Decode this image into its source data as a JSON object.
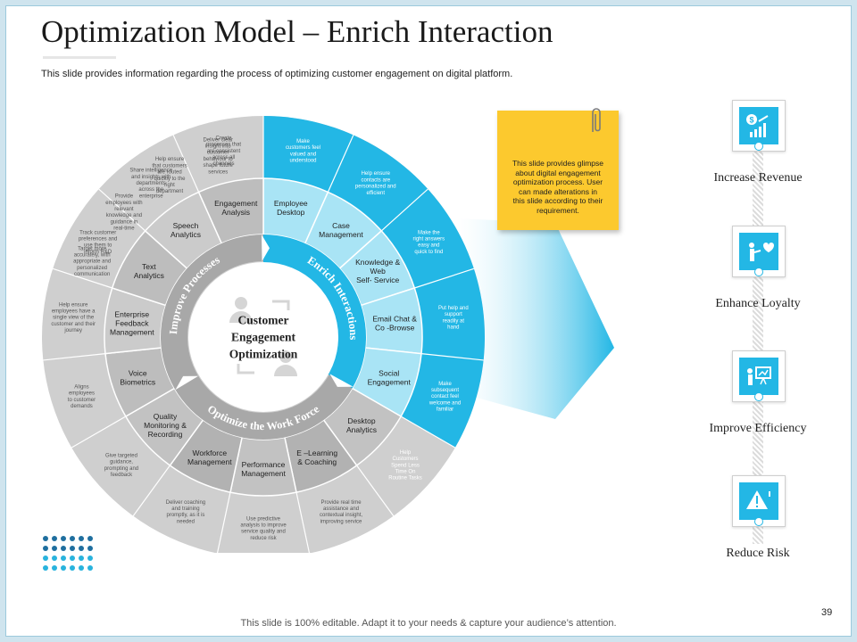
{
  "title": "Optimization Model – Enrich Interaction",
  "subtitle": "This slide provides information regarding the process of optimizing customer engagement on digital platform.",
  "center_label": [
    "Customer",
    "Engagement",
    "Optimization"
  ],
  "ring_labels": {
    "improve": "Improve Processes",
    "enrich": "Enrich Interactions",
    "workforce": "Optimize the Work Force"
  },
  "colors": {
    "accent": "#23b7e5",
    "light_blue": "#a9e4f5",
    "gray_dark": "#b5b5b5",
    "gray_light": "#d3d3d3",
    "note": "#fcc92e"
  },
  "segments": [
    {
      "label": [
        "Employee",
        "Desktop"
      ],
      "desc": [
        "Make",
        "customers feel",
        "valued and",
        "understood"
      ]
    },
    {
      "label": [
        "Case",
        "Management"
      ],
      "desc": [
        "Help ensure",
        "contacts are",
        "personalized and",
        "efficient"
      ]
    },
    {
      "label": [
        "Knowledge &",
        "Web",
        "Self- Service"
      ],
      "desc": [
        "Make the",
        "right answers",
        "easy and",
        "quick to find"
      ]
    },
    {
      "label": [
        "Email Chat &",
        "Co -Browse"
      ],
      "desc": [
        "Put help and",
        "support",
        "readily at",
        "hand"
      ]
    },
    {
      "label": [
        "Social",
        "Engagement"
      ],
      "desc": [
        "Make",
        "subsequent",
        "contact feel",
        "welcome and",
        "familiar"
      ]
    },
    {
      "label": [
        "Desktop",
        "Analytics"
      ],
      "desc": [
        "Help",
        "Customers",
        "Spend Less",
        "Time On",
        "Routine Tasks"
      ]
    },
    {
      "label": [
        "E –Learning",
        "& Coaching"
      ],
      "desc": [
        "Provide real time",
        "assistance and",
        "contextual insight,",
        "improving service"
      ]
    },
    {
      "label": [
        "Performance",
        "Management"
      ],
      "desc": [
        "Use predictive",
        "analysis to improve",
        "service quality and",
        "reduce risk"
      ]
    },
    {
      "label": [
        "Workforce",
        "Management"
      ],
      "desc": [
        "Deliver coaching",
        "and training",
        "promptly, as it is",
        "needed"
      ]
    },
    {
      "label": [
        "Quality",
        "Monitoring &",
        "Recording"
      ],
      "desc": [
        "Give targeted",
        "guidance,",
        "prompting and",
        "feedback"
      ]
    },
    {
      "label": [
        "Voice",
        "Biometrics"
      ],
      "desc": [
        "Aligns",
        "employees",
        "to customer",
        "demands"
      ]
    },
    {
      "label": [
        "Enterprise",
        "Feedback",
        "Management"
      ],
      "desc": [
        "Help ensure",
        "employees have a",
        "single view of the",
        "customer and their",
        "journey"
      ]
    },
    {
      "label": [
        "Text",
        "Analytics"
      ],
      "desc": [
        "Track customer",
        "preferences and",
        "use them to",
        "inform R&D"
      ]
    },
    {
      "label": [
        "Speech",
        "Analytics"
      ],
      "desc": [
        "Share intelligence",
        "and insights with",
        "departments",
        "across the",
        "enterprise"
      ]
    },
    {
      "label": [
        "Engagement",
        "Analysis"
      ],
      "desc": [
        "Create",
        "processes that",
        "are consistent",
        "across all",
        "channels"
      ]
    }
  ],
  "outer_descs_extra": [
    [
      "Target more",
      "accurately, with",
      "appropriate and",
      "personalized",
      "communication"
    ],
    [
      "Provide",
      "employees with",
      "relevant",
      "knowledge and",
      "guidance in",
      "real-time"
    ],
    [
      "Help ensure",
      "that customers",
      "are routed",
      "quickly to the",
      "right",
      "department"
    ],
    [
      "Deliver clear",
      "insight into",
      "customer",
      "behaviour to",
      "shape future",
      "services"
    ]
  ],
  "note": {
    "text": [
      "This slide provides glimpse",
      "about digital engagement",
      "optimization process. User",
      "can made alterations in",
      "this slide according to their",
      "requirement."
    ]
  },
  "outcomes": [
    {
      "label": "Increase Revenue",
      "icon": "revenue-chart-icon"
    },
    {
      "label": "Enhance Loyalty",
      "icon": "loyalty-heart-icon"
    },
    {
      "label": "Improve Efficiency",
      "icon": "presentation-board-icon"
    },
    {
      "label": "Reduce Risk",
      "icon": "warning-triangle-icon"
    }
  ],
  "page_number": "39",
  "footer": "This slide is 100% editable. Adapt it to your needs & capture your audience’s attention."
}
